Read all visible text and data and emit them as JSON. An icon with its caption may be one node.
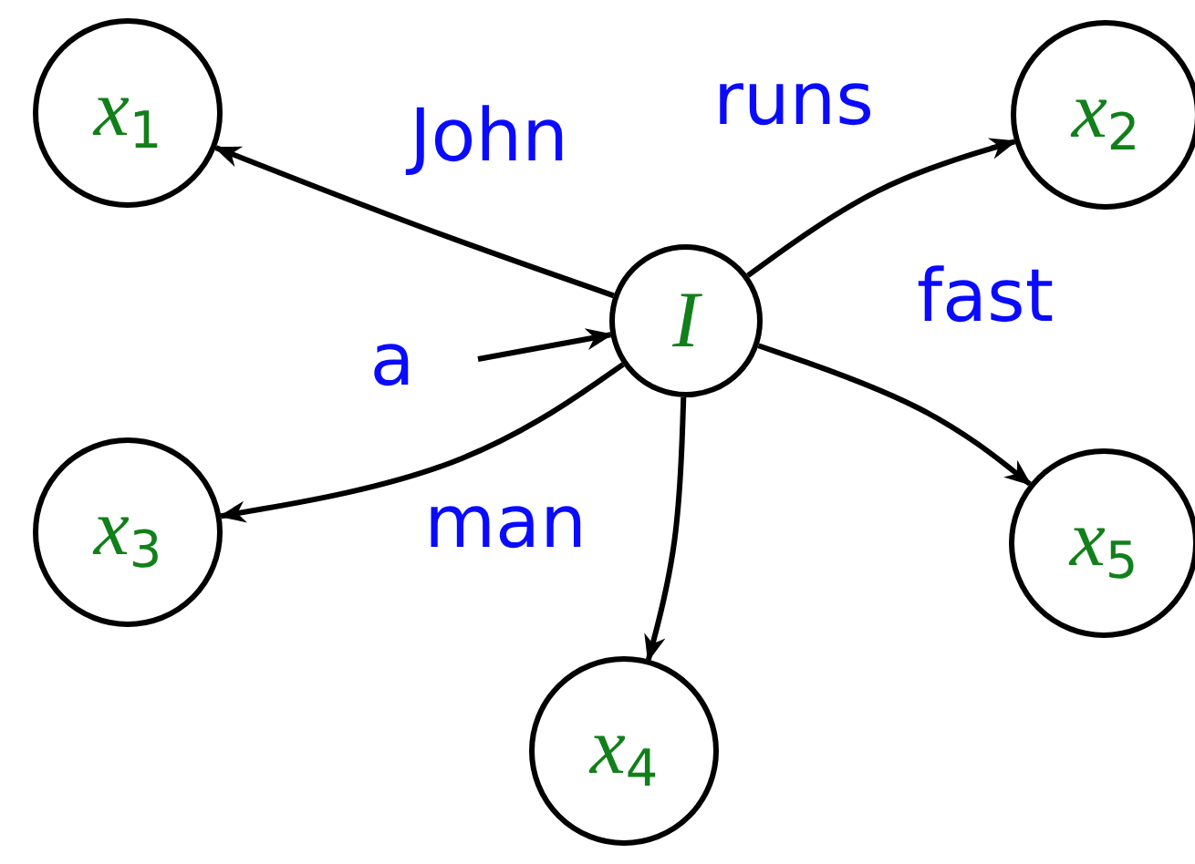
{
  "diagram": {
    "nodes": [
      {
        "text": [
          "x$_{1}$"
        ]
      },
      {
        "text": [
          "x$_{2}$"
        ]
      },
      {
        "text": [
          "I"
        ]
      },
      {
        "text": [
          "x$_{3}$"
        ]
      },
      {
        "text": [
          "x$_{5}$"
        ]
      },
      {
        "text": [
          "x$_{4}$"
        ]
      }
    ],
    "edges": [
      {
        "from": 2,
        "to": 0,
        "arrow": "to",
        "label": "John"
      },
      {
        "from": 2,
        "to": 1,
        "arrow": "to",
        "label": "runs"
      },
      {
        "from": null,
        "to": 2,
        "arrow": "to",
        "label": "a"
      },
      {
        "from": 2,
        "to": 3,
        "arrow": "to",
        "label": "man"
      },
      {
        "from": 2,
        "to": 5,
        "arrow": "to"
      },
      {
        "from": 2,
        "to": 4,
        "arrow": "to",
        "label": "fast"
      }
    ]
  }
}
